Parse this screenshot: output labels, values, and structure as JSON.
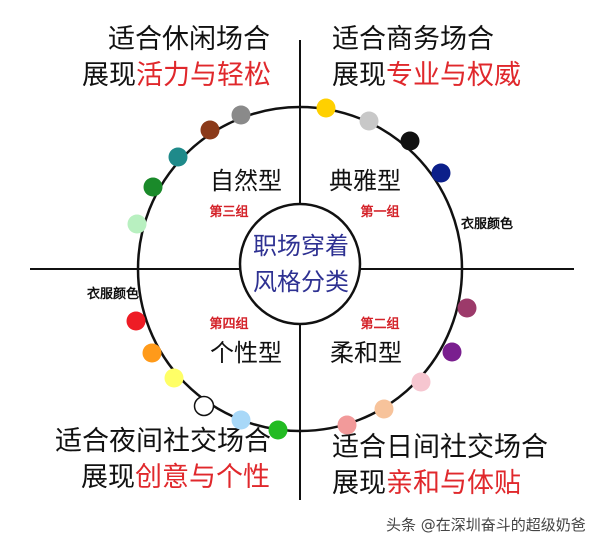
{
  "quadrants": {
    "top_left": {
      "line1": "适合休闲场合",
      "line2_prefix": "展现",
      "line2_highlight": "活力与轻松",
      "type": "自然型",
      "group": "第三组"
    },
    "top_right": {
      "line1": "适合商务场合",
      "line2_prefix": "展现",
      "line2_highlight": "专业与权威",
      "type": "典雅型",
      "group": "第一组"
    },
    "bottom_left": {
      "line1": "适合夜间社交场合",
      "line2_prefix": "展现",
      "line2_highlight": "创意与个性",
      "type": "个性型",
      "group": "第四组"
    },
    "bottom_right": {
      "line1": "适合日间社交场合",
      "line2_prefix": "展现",
      "line2_highlight": "亲和与体贴",
      "type": "柔和型",
      "group": "第二组"
    }
  },
  "center": {
    "line1": "职场穿着",
    "line2": "风格分类"
  },
  "clothing_color_labels": {
    "right": "衣服颜色",
    "left": "衣服颜色"
  },
  "watermark": "头条 @在深圳奋斗的超级奶爸",
  "colors": {
    "accent_red": "#e0282c",
    "group_red": "#d4232a",
    "center_text": "#2e3192",
    "swatches_top_right": [
      "#ffd000",
      "#c8c8c8",
      "#111111",
      "#0b1f8a"
    ],
    "swatches_right": [
      "#9c3a6a",
      "#7a1f8f",
      "#f6c6d0",
      "#f7c39b",
      "#f29a9a"
    ],
    "swatches_top_left": [
      "#8a8a8a",
      "#8b3a1a",
      "#1f8a8a",
      "#1a8a2a",
      "#b8f0c0"
    ],
    "swatches_left": [
      "#ee1c25",
      "#ff9a1a",
      "#ffff66",
      "#ffffff",
      "#a8d8f8",
      "#22bb22"
    ]
  }
}
